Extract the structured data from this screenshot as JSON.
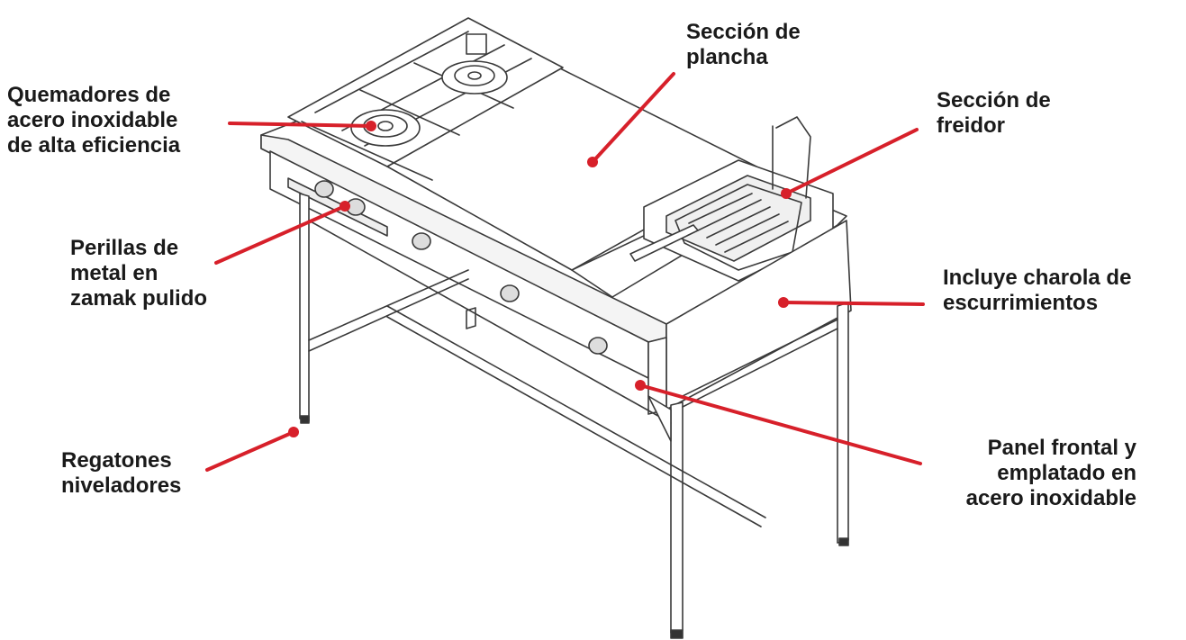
{
  "labels": {
    "quemadores": [
      "Quemadores de",
      "acero inoxidable",
      "de alta eficiencia"
    ],
    "plancha": [
      "Sección de",
      "plancha"
    ],
    "freidor": [
      "Sección de",
      "freidor"
    ],
    "perillas": [
      "Perillas de",
      "metal en",
      "zamak pulido"
    ],
    "charola": [
      "Incluye charola de",
      "escurrimientos"
    ],
    "regatones": [
      "Regatones",
      "niveladores"
    ],
    "panel": [
      "Panel frontal y",
      "emplatado en",
      "acero inoxidable"
    ]
  },
  "colors": {
    "callout": "#d7202a",
    "text": "#1a1a1a",
    "linework": "#3a3a3a"
  }
}
